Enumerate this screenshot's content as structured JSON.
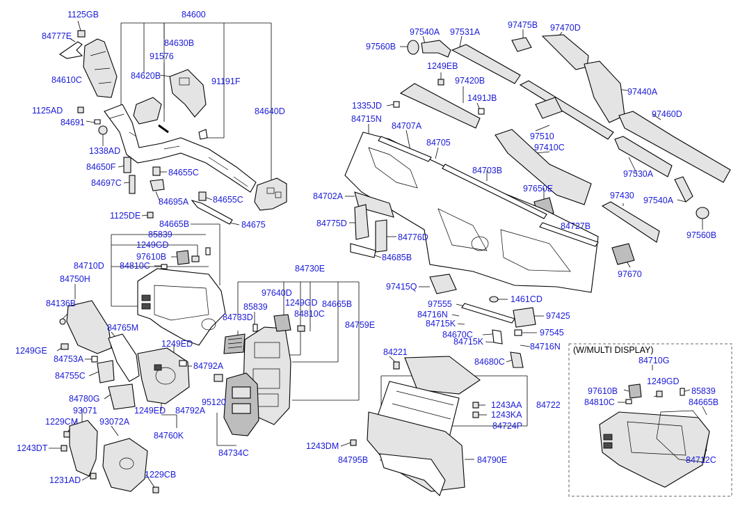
{
  "diagram": {
    "header": "(W/MULTI DISPLAY)",
    "labels": [
      "1125GB",
      "84600",
      "84777E",
      "84630B",
      "91576",
      "84610C",
      "84620B",
      "91191F",
      "84640D",
      "1125AD",
      "84691",
      "1338AD",
      "84650F",
      "84697C",
      "84655C",
      "84695A",
      "84655C",
      "1125DE",
      "84675",
      "84665B",
      "85839",
      "1249GD",
      "97610B",
      "84710D",
      "84810C",
      "84750H",
      "84136B",
      "84765M",
      "1249GE",
      "84753A",
      "84755C",
      "1249ED",
      "84792A",
      "84780G",
      "93071",
      "1249ED",
      "84792A",
      "84760K",
      "1229CM",
      "93072A",
      "1243DT",
      "1231AD",
      "1229CB",
      "84730E",
      "97640D",
      "85839",
      "1249GD",
      "84665B",
      "84733D",
      "84810C",
      "84759E",
      "95120",
      "84734C",
      "97540A",
      "97531A",
      "97475B",
      "97470D",
      "97560B",
      "1249EB",
      "97420B",
      "1491JB",
      "97440A",
      "1335JD",
      "84715N",
      "84707A",
      "84705",
      "97510",
      "97460D",
      "97410C",
      "84703B",
      "97650E",
      "97530A",
      "84702A",
      "97430",
      "97540A",
      "84775D",
      "84776D",
      "84727B",
      "84685B",
      "97670",
      "97560B",
      "97415Q",
      "1461CD",
      "97555",
      "84716N",
      "97425",
      "84715K",
      "84670C",
      "97545",
      "84715K",
      "84716N",
      "84221",
      "84680C",
      "1243AA",
      "84722",
      "1243KA",
      "84724P",
      "1243DM",
      "84795B",
      "84790E",
      "84710G",
      "97610B",
      "1249GD",
      "85839",
      "84810C",
      "84665B",
      "84712C"
    ]
  }
}
